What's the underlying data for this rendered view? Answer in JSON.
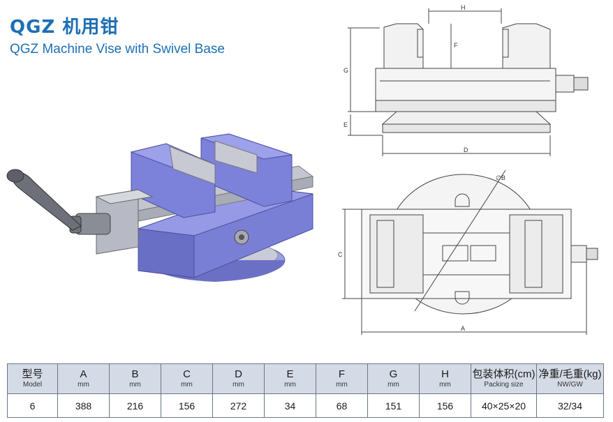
{
  "header": {
    "title_cn": "QGZ 机用钳",
    "title_en": "QGZ Machine Vise with Swivel Base"
  },
  "drawing": {
    "side_labels": {
      "H": "H",
      "F": "F",
      "G": "G",
      "E": "E",
      "D": "D"
    },
    "top_labels": {
      "B": "∅B",
      "C": "C",
      "A": "A"
    }
  },
  "table": {
    "headers": [
      {
        "main": "型号",
        "sub": "Model"
      },
      {
        "main": "A",
        "sub": "mm"
      },
      {
        "main": "B",
        "sub": "mm"
      },
      {
        "main": "C",
        "sub": "mm"
      },
      {
        "main": "D",
        "sub": "mm"
      },
      {
        "main": "E",
        "sub": "mm"
      },
      {
        "main": "F",
        "sub": "mm"
      },
      {
        "main": "G",
        "sub": "mm"
      },
      {
        "main": "H",
        "sub": "mm"
      },
      {
        "main": "包装体积(cm)",
        "sub": "Packing size"
      },
      {
        "main": "净重/毛重(kg)",
        "sub": "NW/GW"
      }
    ],
    "rows": [
      [
        "6",
        "388",
        "216",
        "156",
        "272",
        "34",
        "68",
        "151",
        "156",
        "40×25×20",
        "32/34"
      ]
    ]
  },
  "colors": {
    "title_blue": "#1d6fb4",
    "vise_body": "#7a7fd6",
    "header_bg": "#d5dbe6"
  }
}
